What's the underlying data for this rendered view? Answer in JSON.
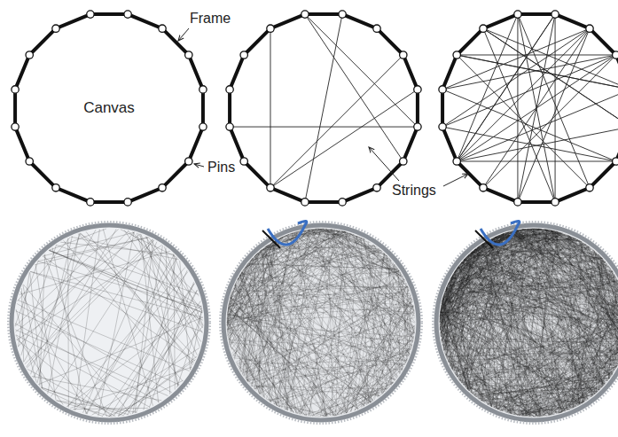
{
  "diagram": {
    "labels": [
      "Frame",
      "Canvas",
      "Pins",
      "Strings"
    ]
  }
}
